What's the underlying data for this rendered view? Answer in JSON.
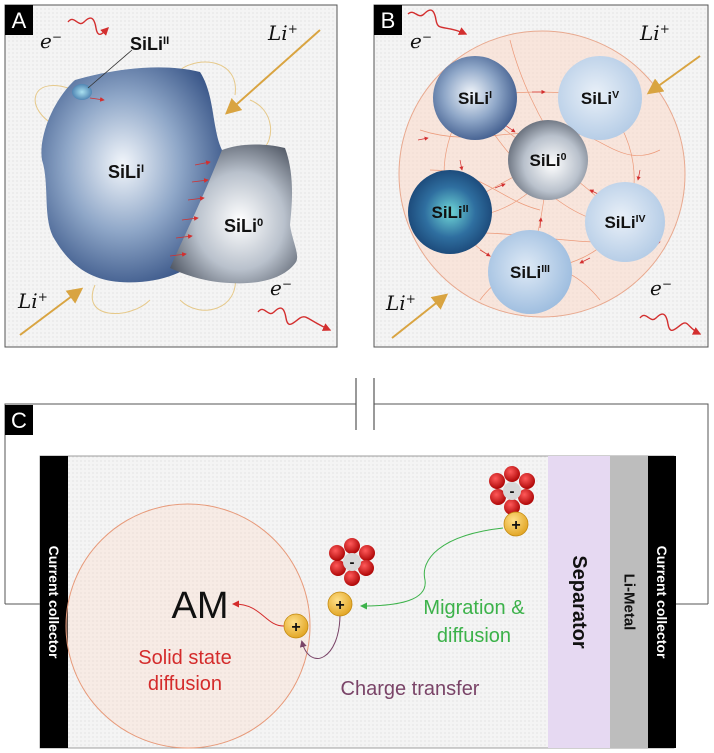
{
  "panel_a": {
    "letter": "A",
    "label_si_li_1": {
      "base": "SiLi",
      "sup": "I"
    },
    "label_si_li_2": {
      "base": "SiLi",
      "sup": "II"
    },
    "label_si_li_0": {
      "base": "SiLi",
      "sup": "0"
    },
    "li_plus": {
      "base": "Li",
      "sup": "+"
    },
    "electron": {
      "base": "e",
      "sup": "−"
    }
  },
  "panel_b": {
    "letter": "B",
    "particles": [
      {
        "base": "SiLi",
        "sup": "I"
      },
      {
        "base": "SiLi",
        "sup": "V"
      },
      {
        "base": "SiLi",
        "sup": "0"
      },
      {
        "base": "SiLi",
        "sup": "II"
      },
      {
        "base": "SiLi",
        "sup": "IV"
      },
      {
        "base": "SiLi",
        "sup": "III"
      }
    ],
    "li_plus": {
      "base": "Li",
      "sup": "+"
    },
    "electron": {
      "base": "e",
      "sup": "−"
    }
  },
  "panel_c": {
    "letter": "C",
    "current_collector": "Current collector",
    "am": "AM",
    "solid_state_line1": "Solid state",
    "solid_state_line2": "diffusion",
    "charge_transfer": "Charge transfer",
    "migration_line1": "Migration &",
    "migration_line2": "diffusion",
    "separator": "Separator",
    "li_metal": "Li-Metal",
    "plus": "+",
    "minus": "-"
  },
  "colors": {
    "black": "#000000",
    "red_text": "#d42b2b",
    "green_text": "#3cb24a",
    "purple_text": "#7a4468",
    "separator": "#e6d9f2",
    "li_metal": "#bdbdbd",
    "li_arrow": "#d9a441",
    "electron_wave": "#d32f2f"
  }
}
